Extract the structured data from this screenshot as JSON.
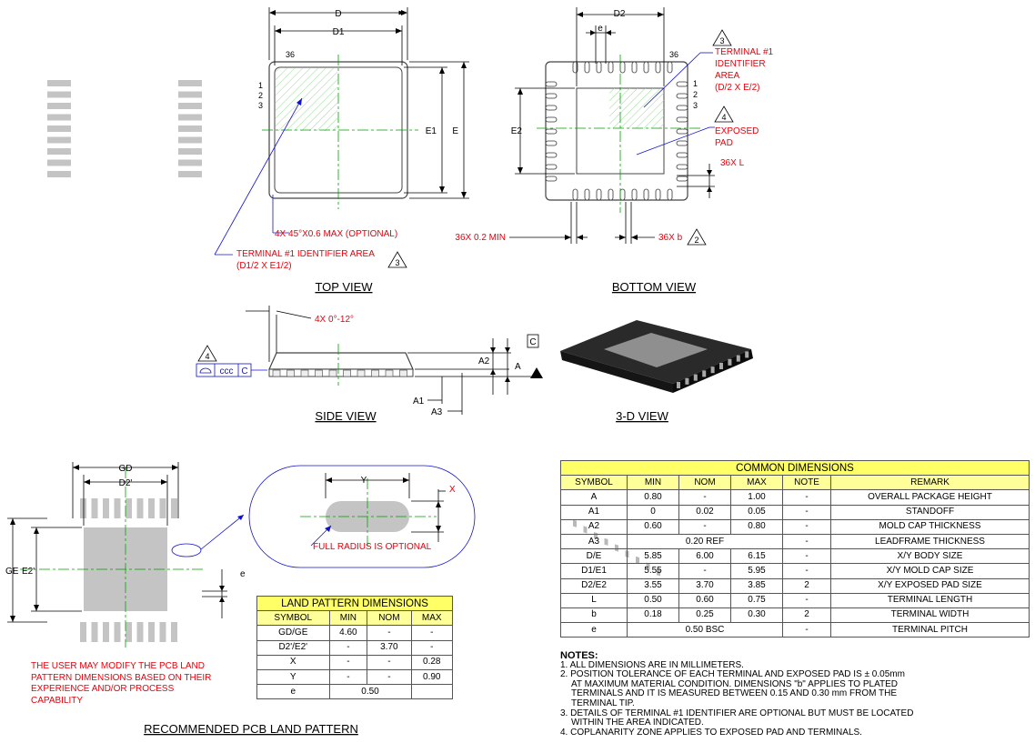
{
  "views": {
    "top": "TOP VIEW",
    "bottom": "BOTTOM VIEW",
    "side": "SIDE VIEW",
    "three_d": "3-D VIEW",
    "land_pattern": "RECOMMENDED PCB LAND PATTERN"
  },
  "top_view": {
    "d": "D",
    "d1": "D1",
    "e1": "E1",
    "e": "E",
    "pin36": "36",
    "pin1": "1",
    "pin2": "2",
    "pin3": "3",
    "chamfer_note": "4X 45°X0.6 MAX (OPTIONAL)",
    "terminal_id_1": "TERMINAL #1 IDENTIFIER AREA",
    "terminal_id_2": "(D1/2 X E1/2)",
    "note_ref": "3"
  },
  "bottom_view": {
    "d2": "D2",
    "e": "e",
    "e2": "E2",
    "pin36": "36",
    "pin1": "1",
    "pin2": "2",
    "pin3": "3",
    "terminal_id_1": "TERMINAL #1",
    "terminal_id_2": "IDENTIFIER",
    "terminal_id_3": "AREA",
    "terminal_id_4": "(D/2 X E/2)",
    "terminal_ref": "3",
    "exposed_1": "EXPOSED",
    "exposed_2": "PAD",
    "exposed_ref": "4",
    "l_note": "36X L",
    "min_note": "36X 0.2 MIN",
    "b_note": "36X b",
    "b_ref": "2"
  },
  "side_view": {
    "angle": "4X 0°-12°",
    "a": "A",
    "a1": "A1",
    "a2": "A2",
    "a3": "A3",
    "c": "C",
    "ccc": "ccc",
    "ccc_c": "C",
    "ref": "4"
  },
  "land_pattern": {
    "gd": "GD",
    "d2p": "D2'",
    "ge": "GE",
    "e2p": "E2'",
    "e": "e",
    "y": "Y",
    "x": "X",
    "full_radius": "FULL RADIUS IS OPTIONAL",
    "user_note": "THE USER MAY MODIFY THE PCB LAND PATTERN DIMENSIONS BASED ON THEIR EXPERIENCE AND/OR PROCESS CAPABILITY"
  },
  "land_table": {
    "title": "LAND PATTERN DIMENSIONS",
    "headers": [
      "SYMBOL",
      "MIN",
      "NOM",
      "MAX"
    ],
    "rows": [
      [
        "GD/GE",
        "4.60",
        "-",
        "-"
      ],
      [
        "D2'/E2'",
        "-",
        "3.70",
        "-"
      ],
      [
        "X",
        "-",
        "-",
        "0.28"
      ],
      [
        "Y",
        "-",
        "-",
        "0.90"
      ]
    ],
    "last_row": [
      "e",
      "0.50"
    ]
  },
  "common_table": {
    "title": "COMMON DIMENSIONS",
    "headers": [
      "SYMBOL",
      "MIN",
      "NOM",
      "MAX",
      "NOTE",
      "REMARK"
    ],
    "rows": [
      [
        "A",
        "0.80",
        "-",
        "1.00",
        "-",
        "OVERALL PACKAGE HEIGHT"
      ],
      [
        "A1",
        "0",
        "0.02",
        "0.05",
        "-",
        "STANDOFF"
      ],
      [
        "A2",
        "0.60",
        "-",
        "0.80",
        "-",
        "MOLD CAP THICKNESS"
      ],
      [
        "A3",
        "0.20 REF",
        "",
        "",
        "-",
        "LEADFRAME THICKNESS"
      ],
      [
        "D/E",
        "5.85",
        "6.00",
        "6.15",
        "-",
        "X/Y BODY SIZE"
      ],
      [
        "D1/E1",
        "5.55",
        "-",
        "5.95",
        "-",
        "X/Y MOLD CAP SIZE"
      ],
      [
        "D2/E2",
        "3.55",
        "3.70",
        "3.85",
        "2",
        "X/Y EXPOSED PAD SIZE"
      ],
      [
        "L",
        "0.50",
        "0.60",
        "0.75",
        "-",
        "TERMINAL LENGTH"
      ],
      [
        "b",
        "0.18",
        "0.25",
        "0.30",
        "2",
        "TERMINAL WIDTH"
      ],
      [
        "e",
        "0.50 BSC",
        "",
        "",
        "-",
        "TERMINAL PITCH"
      ]
    ]
  },
  "notes": {
    "title": "NOTES:",
    "items": [
      "1. ALL DIMENSIONS ARE IN MILLIMETERS.",
      "2. POSITION TOLERANCE OF EACH TERMINAL AND EXPOSED PAD IS ± 0.05mm",
      "AT MAXIMUM MATERIAL CONDITION. DIMENSIONS \"b\" APPLIES TO PLATED",
      "TERMINALS AND IT IS MEASURED BETWEEN 0.15 AND 0.30 mm FROM THE",
      "TERMINAL TIP.",
      "3. DETAILS OF TERMINAL #1 IDENTIFIER ARE OPTIONAL BUT MUST BE LOCATED",
      "WITHIN THE AREA INDICATED.",
      "4. COPLANARITY ZONE APPLIES TO EXPOSED PAD AND TERMINALS."
    ]
  }
}
